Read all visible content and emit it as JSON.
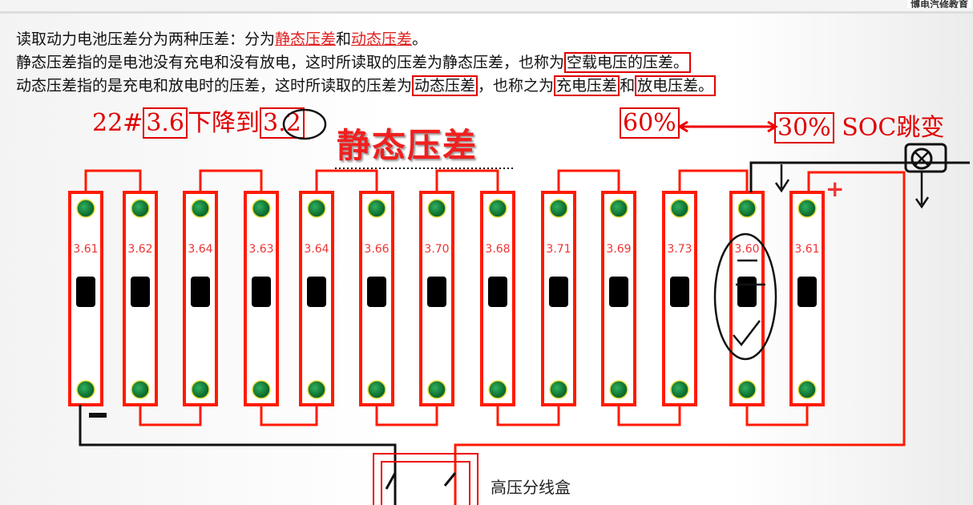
{
  "watermark": "博电汽修教育",
  "text": {
    "l1a": "读取动力电池压差分为两种压差：分为",
    "l1b": "静态压差",
    "l1c": "和",
    "l1d": "动态压差",
    "l1e": "。",
    "l2a": "静态压差指的是电池没有充电和没有放电，这时所读取的压差为静态压差，也称为",
    "l2b": "空载电压的压差。",
    "l3a": "动态压差指的是充电和放电时的压差，这时所读取的压差为",
    "l3b": "动态压差",
    "l3c": "，也称之为",
    "l3d": "充电压差",
    "l3e": "和",
    "l3f": "放电压差。"
  },
  "annotation": {
    "cell": "22#",
    "from": "3.6",
    "mid": "下降到",
    "to": "3.2",
    "title": "静态压差",
    "soc_a": "60%",
    "soc_b": "30%",
    "soc_label": "SOC跳变"
  },
  "cells": [
    "3.61",
    "3.62",
    "3.64",
    "3.63",
    "3.64",
    "3.66",
    "3.70",
    "3.68",
    "3.71",
    "3.69",
    "3.73",
    "3.60",
    "3.61"
  ],
  "junction_box": "高压分线盒",
  "colors": {
    "wire": "#ff1a00",
    "terminal": "#1a8a3a",
    "accent": "#e00000"
  }
}
